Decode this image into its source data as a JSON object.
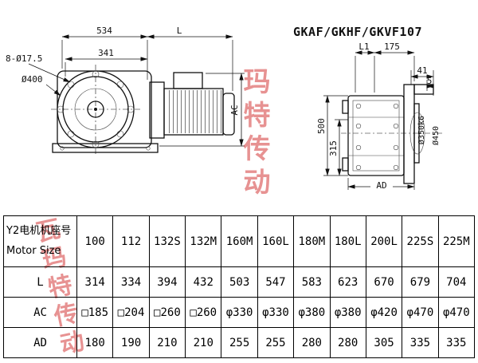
{
  "title": "GKAF/GKHF/GKVF107",
  "watermarks": [
    "玛特传动",
    "瓦玛特传动"
  ],
  "left_drawing": {
    "d534": "534",
    "dL": "L",
    "d341": "341",
    "holes": "8-Ø17.5",
    "d400": "Ø400",
    "ac": "AC"
  },
  "right_drawing": {
    "l1": "L1",
    "d175": "175",
    "d41": "41",
    "d5": "5",
    "d500": "500",
    "d315": "315",
    "d350": "Ø350k6",
    "d450": "Ø450",
    "ad": "AD"
  },
  "table": {
    "header_line1": "Y2电机机座号",
    "header_line2": "Motor Size",
    "columns": [
      "100",
      "112",
      "132S",
      "132M",
      "160M",
      "160L",
      "180M",
      "180L",
      "200L",
      "225S",
      "225M"
    ],
    "rows": [
      {
        "label": "L",
        "values": [
          "314",
          "334",
          "394",
          "432",
          "503",
          "547",
          "583",
          "623",
          "670",
          "679",
          "704"
        ]
      },
      {
        "label": "AC",
        "values": [
          "□185",
          "□204",
          "□260",
          "□260",
          "φ330",
          "φ330",
          "φ380",
          "φ380",
          "φ420",
          "φ470",
          "φ470"
        ]
      },
      {
        "label": "AD",
        "values": [
          "180",
          "190",
          "210",
          "210",
          "255",
          "255",
          "280",
          "280",
          "305",
          "335",
          "335"
        ]
      }
    ]
  }
}
